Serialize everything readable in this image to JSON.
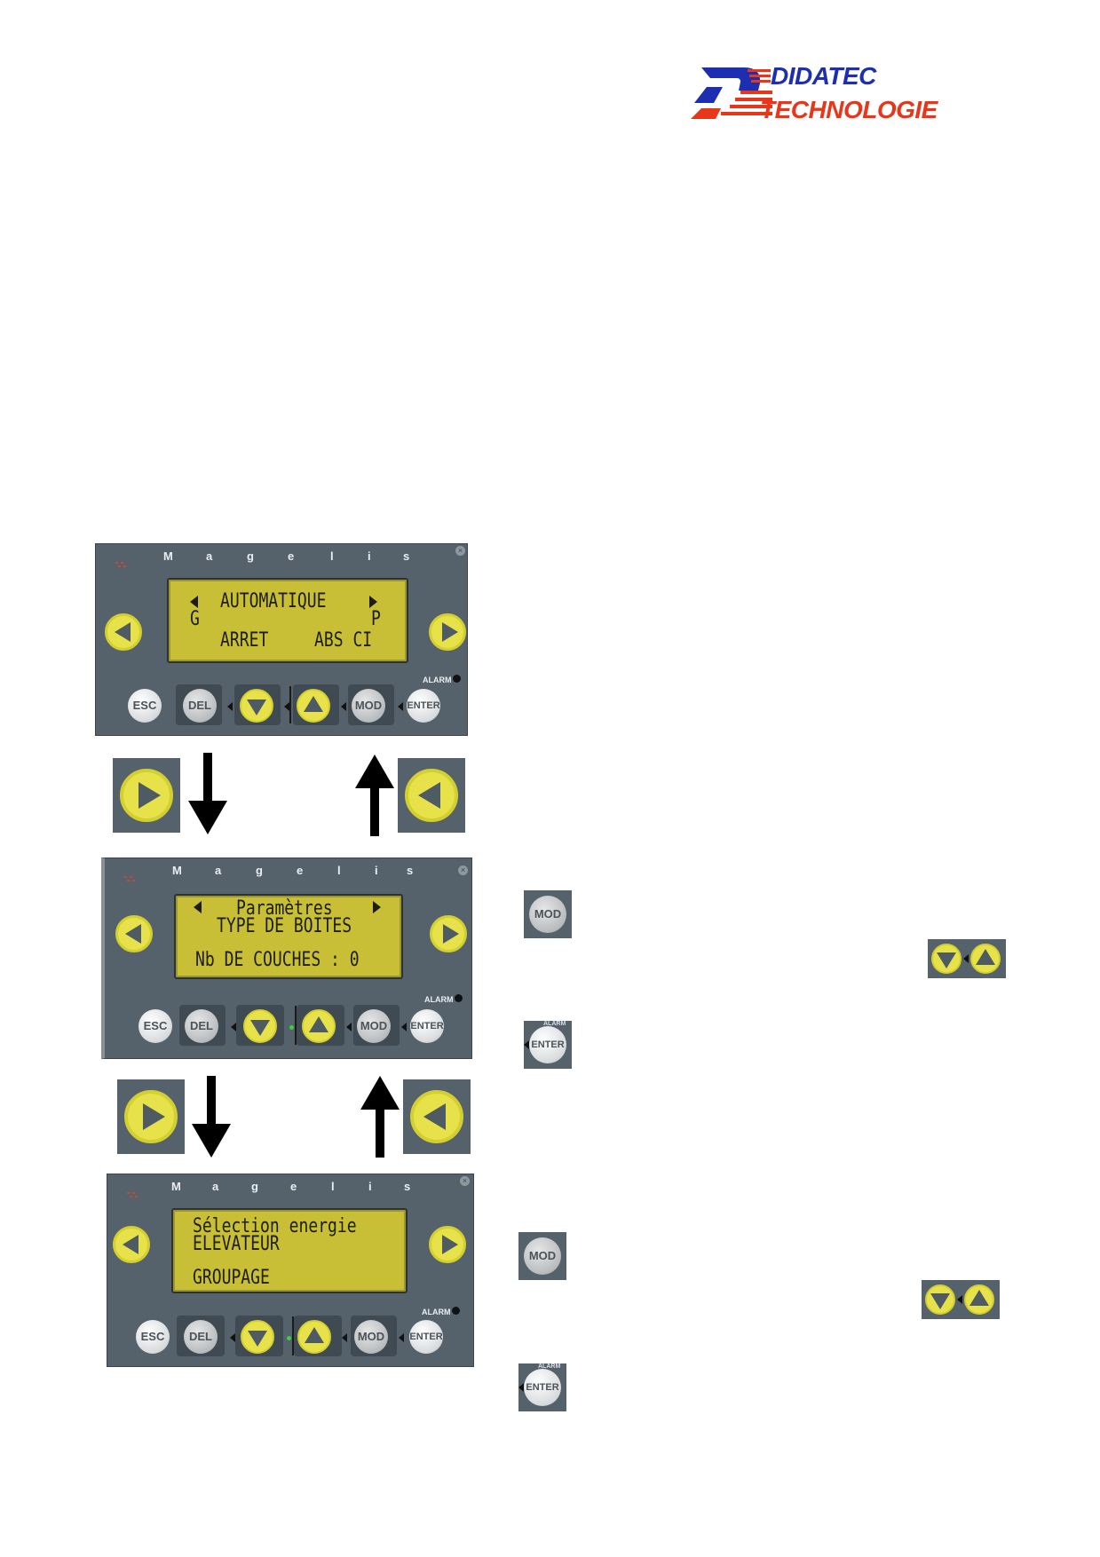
{
  "logo": {
    "line1": "DIDATEC",
    "line2": "TECHNOLOGIE",
    "color1": "#1d2fb0",
    "color2": "#e8361a"
  },
  "panel_brand": [
    "M",
    "a",
    "g",
    "e",
    "l",
    "i",
    "s"
  ],
  "keys": {
    "esc": "ESC",
    "del": "DEL",
    "mod": "MOD",
    "enter": "ENTER",
    "alarm": "ALARM"
  },
  "screens": [
    {
      "line1": "AUTOMATIQUE",
      "line1_left": "G",
      "line1_right": "P",
      "line3_left": "ARRET",
      "line3_right": "ABS CI"
    },
    {
      "line1": "Paramètres",
      "line2": "TYPE DE BOITES",
      "line3": "Nb DE COUCHES : 0"
    },
    {
      "line1": "Sélection energie",
      "line2": "ELEVATEUR",
      "line3": "GROUPAGE"
    }
  ],
  "colors": {
    "panel": "#56626b",
    "lcd": "#c8bf37",
    "nav_button": "#e8e24a"
  }
}
